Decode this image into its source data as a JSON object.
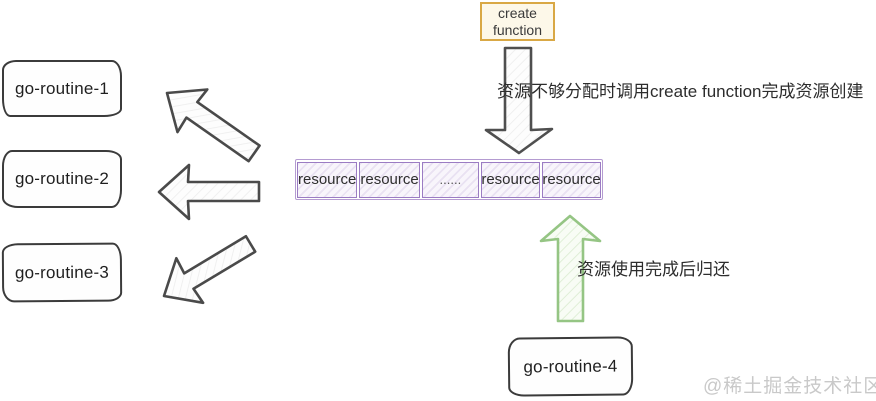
{
  "diagram": {
    "title_implicit": "go-routine resource pool diagram",
    "goroutines": [
      {
        "label": "go-routine-1"
      },
      {
        "label": "go-routine-2"
      },
      {
        "label": "go-routine-3"
      },
      {
        "label": "go-routine-4"
      }
    ],
    "create_function_box": {
      "line1": "create",
      "line2": "function"
    },
    "resource_pool": {
      "cells": [
        "resource",
        "resource",
        "......",
        "resource",
        "resource"
      ]
    },
    "annotations": {
      "create_note": "资源不够分配时调用create function完成资源创建",
      "return_note": "资源使用完成后归还"
    },
    "arrows": {
      "dispatch_to_goroutine_1": "pool to go-routine-1",
      "dispatch_to_goroutine_2": "pool to go-routine-2",
      "dispatch_to_goroutine_3": "pool to go-routine-3",
      "create_to_pool": "create function down to pool",
      "return_to_pool": "go-routine-4 up to pool"
    },
    "watermark": "@稀土掘金技术社区",
    "colors": {
      "node_border": "#3b3b3b",
      "pool_border": "#9b7cc3",
      "pool_fill": "#f8f5fb",
      "create_border": "#d9a845",
      "create_fill": "#fdf8e9",
      "gray_arrow_stroke": "#4a4a4a",
      "green_arrow_stroke": "#95c584",
      "text": "#2d2d2d",
      "watermark": "#c9c9c9"
    }
  }
}
